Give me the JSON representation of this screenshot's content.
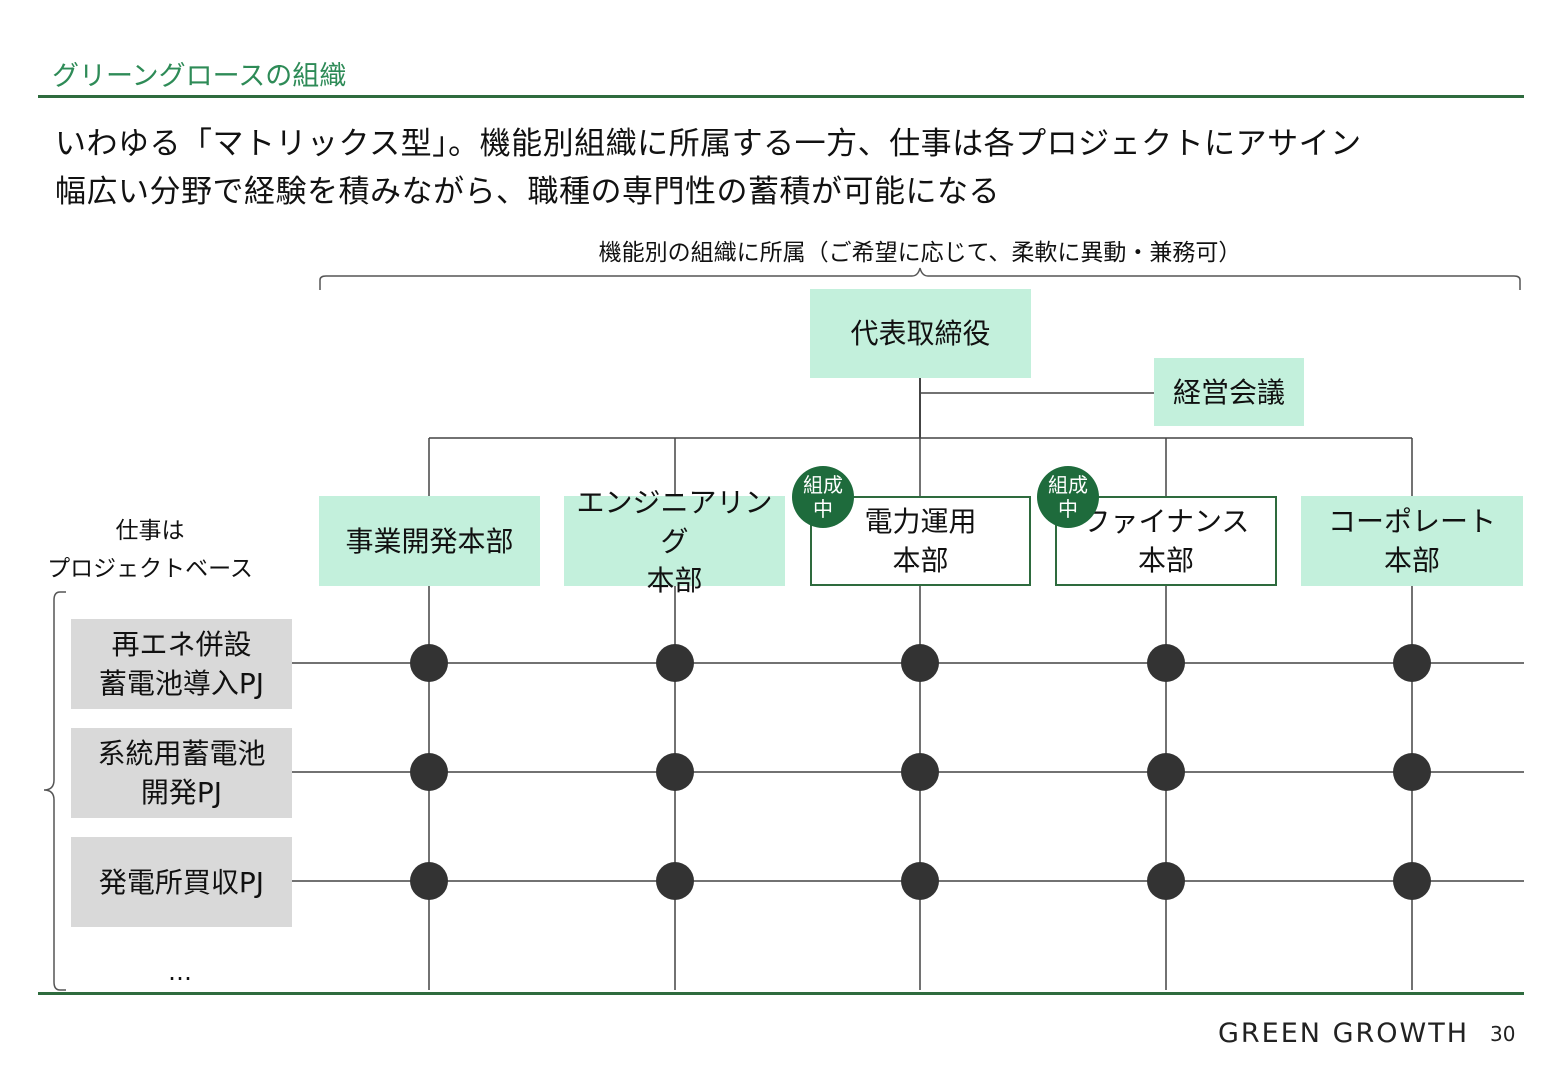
{
  "header": {
    "title": "グリーングロースの組織"
  },
  "lead": {
    "line1": "いわゆる「マトリックス型」。機能別組織に所属する一方、仕事は各プロジェクトにアサイン",
    "line2": "幅広い分野で経験を積みながら、職種の専門性の蓄積が可能になる"
  },
  "org": {
    "brace_label": "機能別の組織に所属（ご希望に応じて、柔軟に異動・兼務可）",
    "ceo": "代表取締役",
    "board": "経営会議",
    "departments": [
      {
        "line1": "事業開発本部",
        "line2": "",
        "badge": ""
      },
      {
        "line1": "エンジニアリング",
        "line2": "本部",
        "badge": ""
      },
      {
        "line1": "電力運用",
        "line2": "本部",
        "badge_line1": "組成",
        "badge_line2": "中"
      },
      {
        "line1": "ファイナンス",
        "line2": "本部",
        "badge_line1": "組成",
        "badge_line2": "中"
      },
      {
        "line1": "コーポレート",
        "line2": "本部",
        "badge": ""
      }
    ]
  },
  "projects": {
    "side_label_line1": "仕事は",
    "side_label_line2": "プロジェクトベース",
    "items": [
      {
        "line1": "再エネ併設",
        "line2": "蓄電池導入PJ"
      },
      {
        "line1": "系統用蓄電池",
        "line2": "開発PJ"
      },
      {
        "line1": "発電所買収PJ",
        "line2": ""
      }
    ],
    "more": "…"
  },
  "footer": {
    "brand": "GREEN GROWTH",
    "page": "30"
  },
  "colors": {
    "accent_green": "#2e8b57",
    "box_fill": "#c3f0dc",
    "badge": "#1e6b3c",
    "node": "#333333",
    "pj_fill": "#d9d9d9"
  }
}
